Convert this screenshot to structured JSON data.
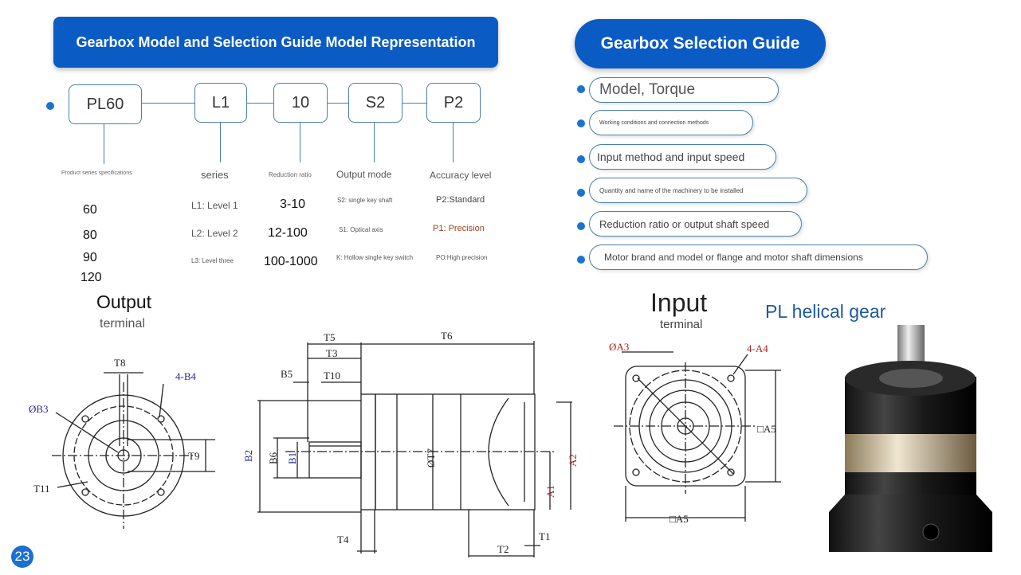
{
  "left_banner": "Gearbox Model and Selection Guide Model Representation",
  "right_banner": "Gearbox Selection Guide",
  "model_parts": [
    "PL60",
    "L1",
    "10",
    "S2",
    "P2"
  ],
  "columns": [
    {
      "header": "Product series specifications",
      "values": [
        "60",
        "80",
        "90",
        "120"
      ]
    },
    {
      "header": "series",
      "values": [
        "L1: Level 1",
        "L2: Level 2",
        "L3: Level three"
      ]
    },
    {
      "header": "Reduction ratio",
      "values": [
        "3-10",
        "12-100",
        "100-1000"
      ]
    },
    {
      "header": "Output mode",
      "values": [
        "S2: single key shaft",
        "S1: Optical axis",
        "K: Hollow single key switch"
      ]
    },
    {
      "header": "Accuracy level",
      "values": [
        "P2:Standard",
        "P1: Precision",
        "PO:High precision"
      ]
    }
  ],
  "guide_items": [
    "Model, Torque",
    "Working conditions and connection methods",
    "Input method and input speed",
    "Quantity and name of the machinery to be installed",
    "Reduction ratio or output shaft speed",
    "Motor brand and model or flange and motor shaft dimensions"
  ],
  "output_title": "Output",
  "output_sub": "terminal",
  "input_title": "Input",
  "input_sub": "terminal",
  "product_title": "PL helical gear",
  "output_labels": {
    "t8": "T8",
    "b4": "4-B4",
    "b3": "ØB3",
    "t9": "T9",
    "t11": "T11"
  },
  "side_labels": {
    "t5": "T5",
    "t3": "T3",
    "t6": "T6",
    "b5": "B5",
    "t10": "T10",
    "b2": "B2",
    "b6": "B6",
    "b1": "B1",
    "t7": "ØT7",
    "a2": "A2",
    "a1": "A1",
    "t4": "T4",
    "t2": "T2",
    "t1": "T1"
  },
  "input_labels": {
    "a3": "ØA3",
    "a4": "4-A4",
    "a5r": "□A5",
    "a5b": "□A5"
  },
  "page_number": "23"
}
